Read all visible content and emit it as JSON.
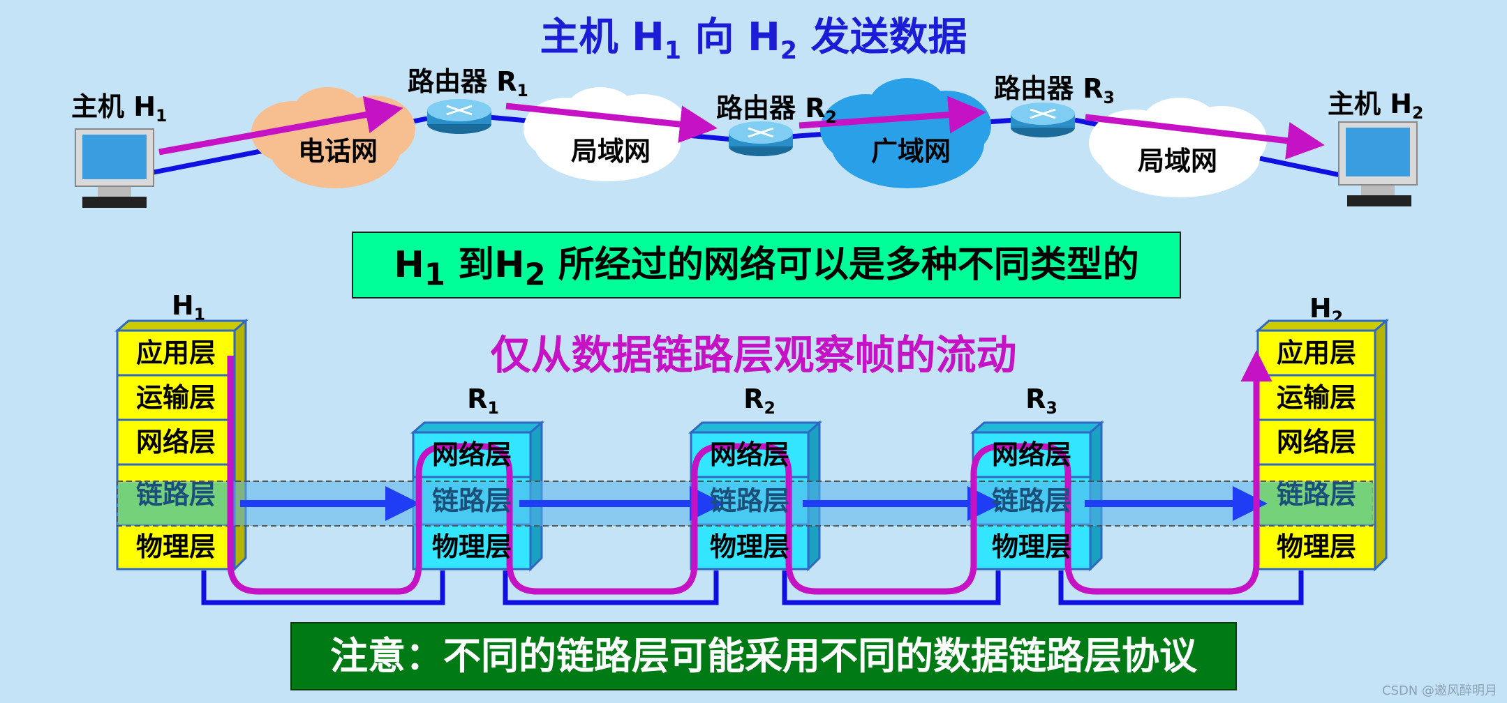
{
  "title": {
    "prefix": "主机 H",
    "h1sub": "1",
    "mid": " 向 H",
    "h2sub": "2",
    "suffix": " 发送数据"
  },
  "top": {
    "host1": {
      "label": "主机 H",
      "sub": "1"
    },
    "host2": {
      "label": "主机 H",
      "sub": "2"
    },
    "router1": {
      "label": "路由器 R",
      "sub": "1"
    },
    "router2": {
      "label": "路由器 R",
      "sub": "2"
    },
    "router3": {
      "label": "路由器 R",
      "sub": "3"
    },
    "clouds": [
      "电话网",
      "局域网",
      "广域网",
      "局域网"
    ]
  },
  "banner1": {
    "h": "H",
    "s1": "1",
    "mid": " 到H",
    "s2": "2",
    "rest": " 所经过的网络可以是多种不同类型的"
  },
  "subtitle": "仅从数据链路层观察帧的流动",
  "stacks": {
    "h1": {
      "name": "H",
      "sub": "1",
      "layers": [
        "应用层",
        "运输层",
        "网络层",
        "链路层",
        "物理层"
      ]
    },
    "h2": {
      "name": "H",
      "sub": "2",
      "layers": [
        "应用层",
        "运输层",
        "网络层",
        "链路层",
        "物理层"
      ]
    },
    "r1": {
      "name": "R",
      "sub": "1",
      "layers": [
        "网络层",
        "链路层",
        "物理层"
      ]
    },
    "r2": {
      "name": "R",
      "sub": "2",
      "layers": [
        "网络层",
        "链路层",
        "物理层"
      ]
    },
    "r3": {
      "name": "R",
      "sub": "3",
      "layers": [
        "网络层",
        "链路层",
        "物理层"
      ]
    }
  },
  "banner2": "注意：不同的链路层可能采用不同的数据链路层协议",
  "watermark": "CSDN @邀风醉明月",
  "colors": {
    "host_stack": "#ffff00",
    "router_stack": "#33e5ff",
    "link_band": "#5ab4ea",
    "magenta_path": "#c412c4",
    "flow_arrow": "#1f3df5",
    "wire": "#1010e0"
  }
}
